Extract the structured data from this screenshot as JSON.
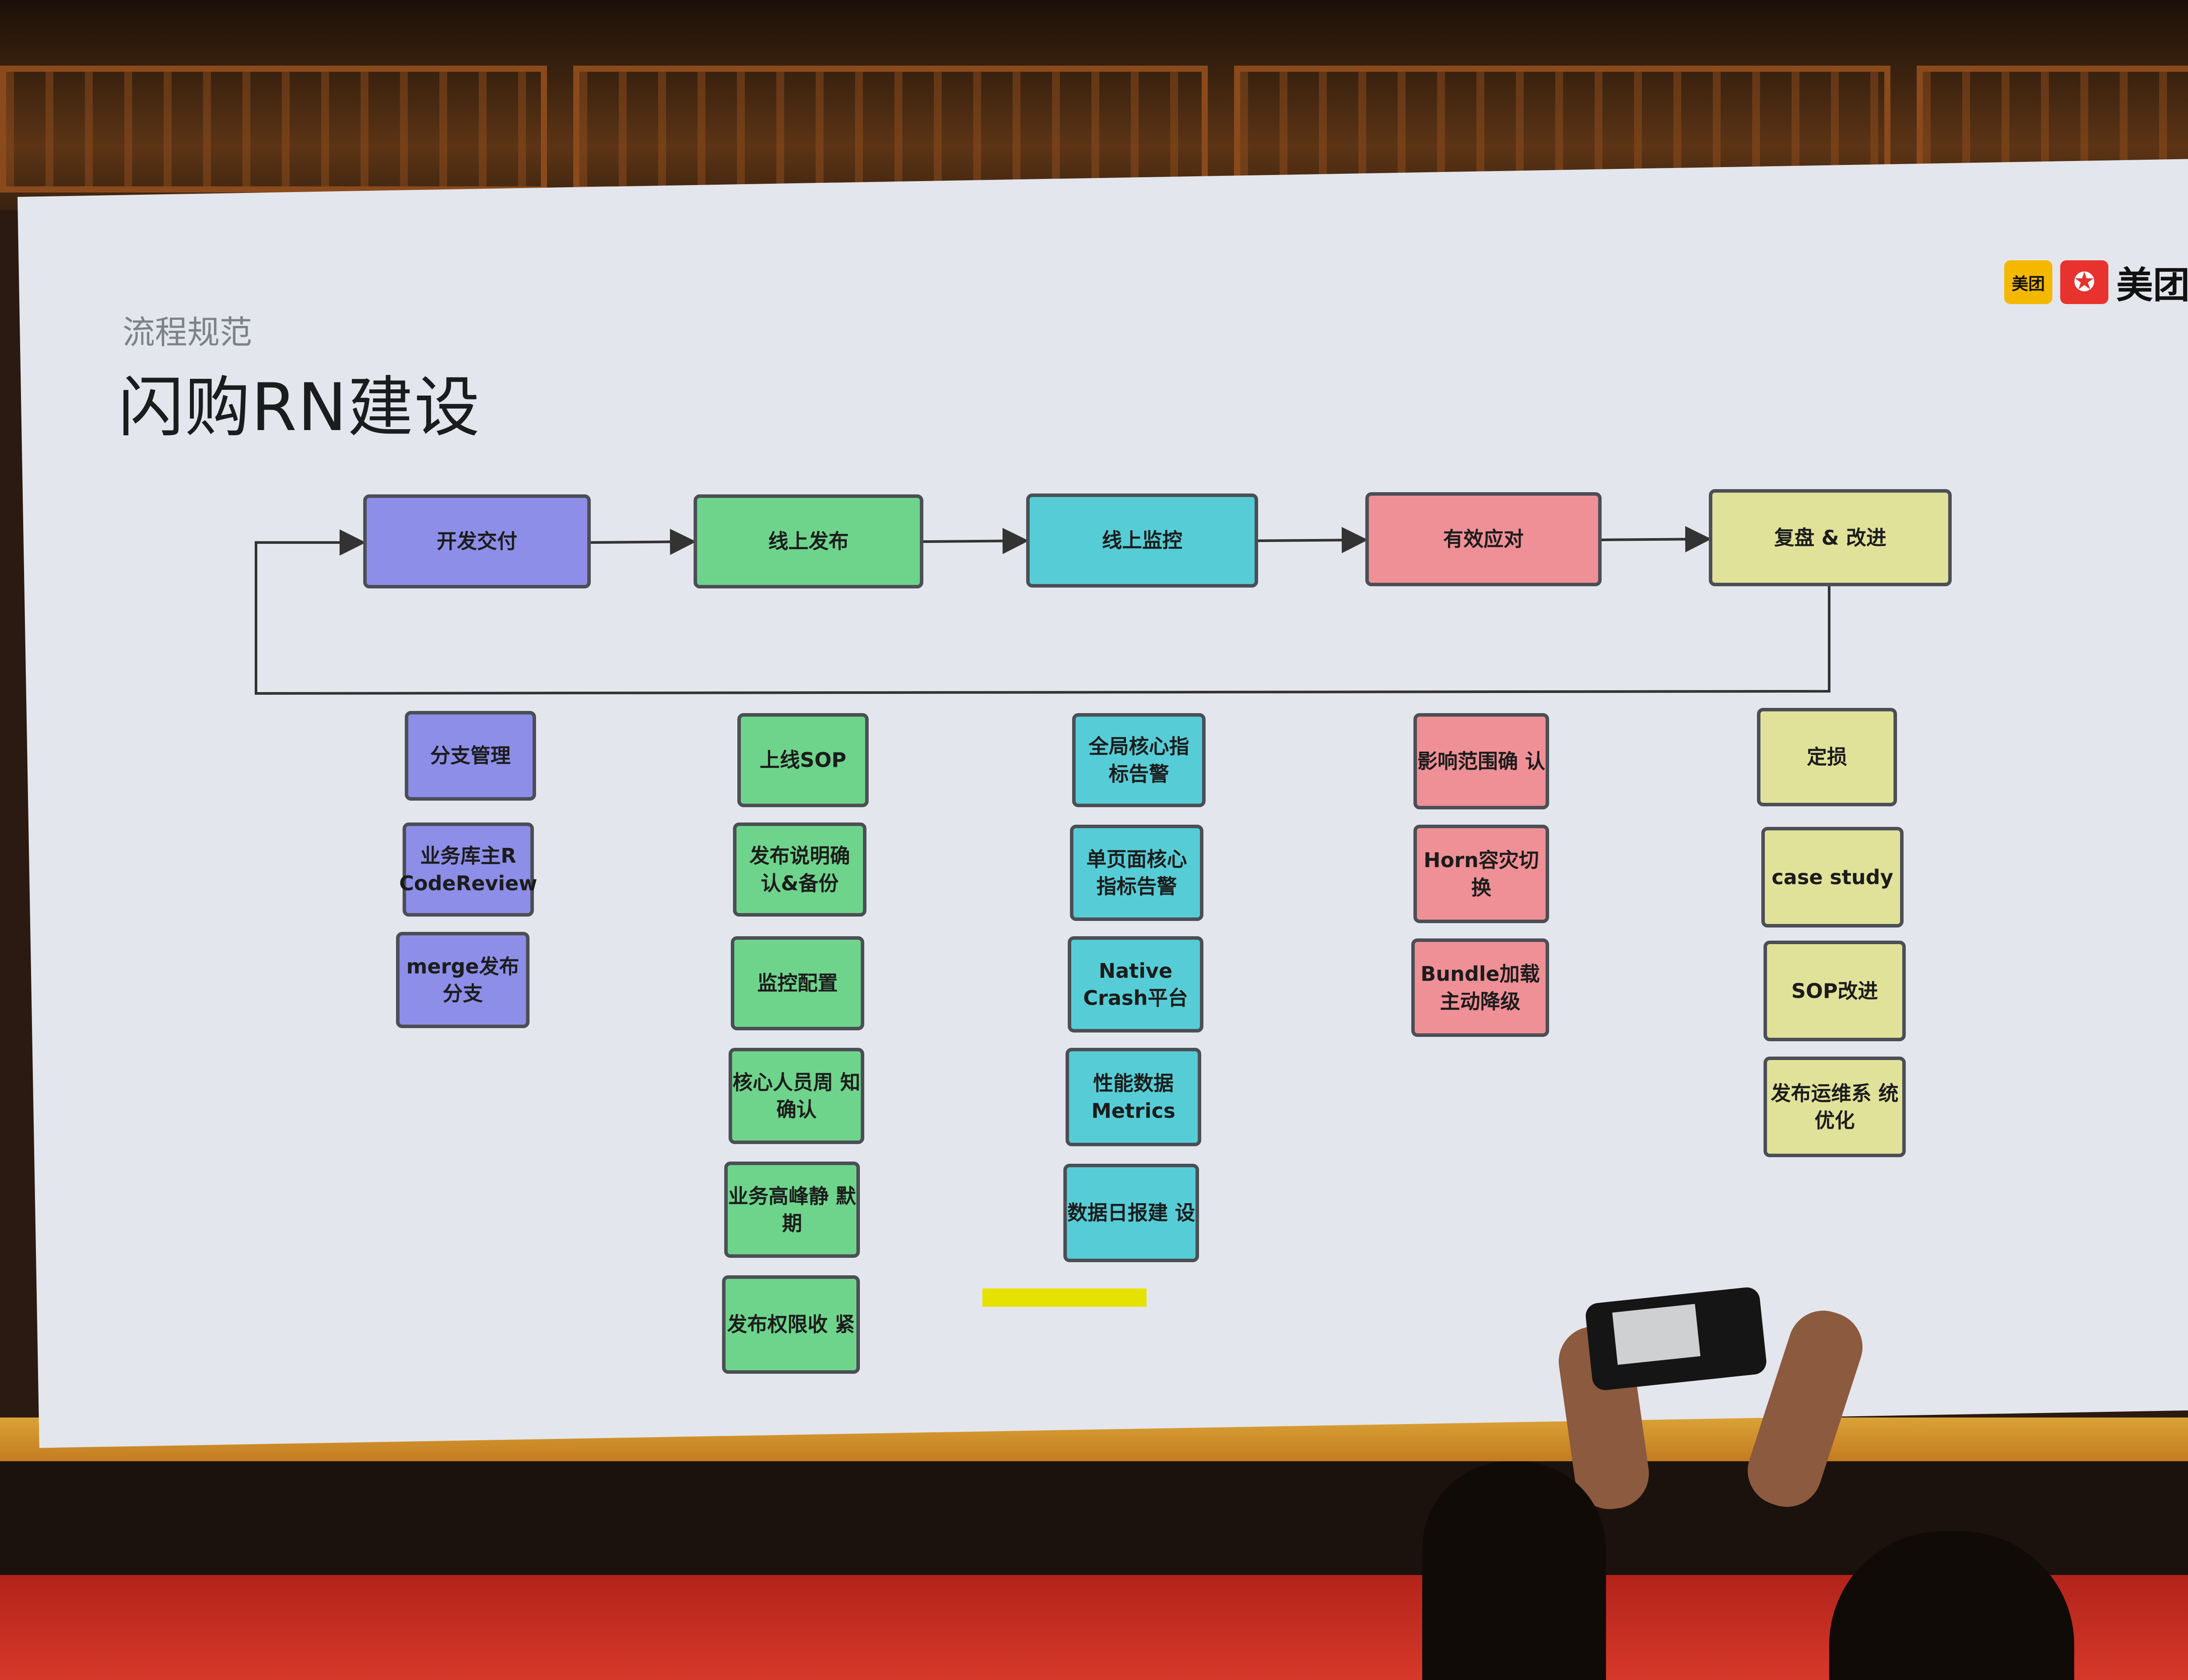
{
  "slide": {
    "subtitle": "流程规范",
    "title": "闪购RN建设",
    "logo": {
      "badge": "美团",
      "icon": "person-icon",
      "text": "美团点"
    }
  },
  "flow": [
    {
      "label": "开发交付",
      "color": "#8d8ee8"
    },
    {
      "label": "线上发布",
      "color": "#6ed48c"
    },
    {
      "label": "线上监控",
      "color": "#56cdd6"
    },
    {
      "label": "有效应对",
      "color": "#ef9096"
    },
    {
      "label": "复盘 & 改进",
      "color": "#e1e29a"
    }
  ],
  "columns": [
    {
      "items": [
        "分支管理",
        "业务库主R CodeReview",
        "merge发布 分支"
      ]
    },
    {
      "items": [
        "上线SOP",
        "发布说明确 认&备份",
        "监控配置",
        "核心人员周 知确认",
        "业务高峰静 默期",
        "发布权限收 紧"
      ]
    },
    {
      "items": [
        "全局核心指 标告警",
        "单页面核心 指标告警",
        "Native Crash平台",
        "性能数据 Metrics",
        "数据日报建 设"
      ]
    },
    {
      "items": [
        "影响范围确 认",
        "Horn容灾切 换",
        "Bundle加载 主动降级"
      ]
    },
    {
      "items": [
        "定损",
        "case study",
        "SOP改进",
        "发布运维系 统优化"
      ]
    }
  ]
}
